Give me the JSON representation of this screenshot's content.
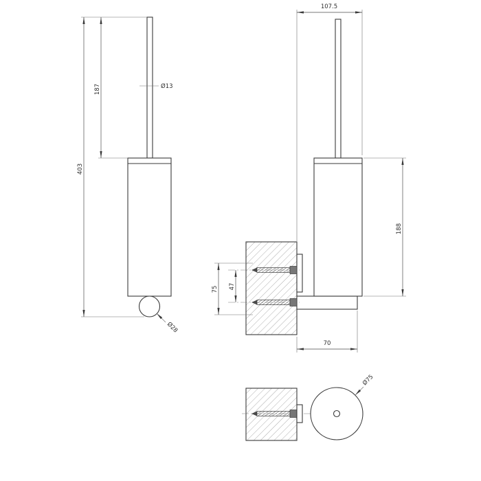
{
  "colors": {
    "line": "#3a3a3a",
    "dimension": "#4a4a4a",
    "hatch": "#999999",
    "background": "#ffffff"
  },
  "views": {
    "side": {
      "overall_height": "403",
      "handle_length": "187",
      "handle_diameter": "Ø13",
      "knob_diameter": "Ø28"
    },
    "front": {
      "overall_depth": "107.5",
      "cup_height": "188",
      "bracket_height": "75",
      "screw_spacing": "47",
      "arm_depth": "70"
    },
    "top": {
      "cup_diameter": "Ø75"
    }
  }
}
